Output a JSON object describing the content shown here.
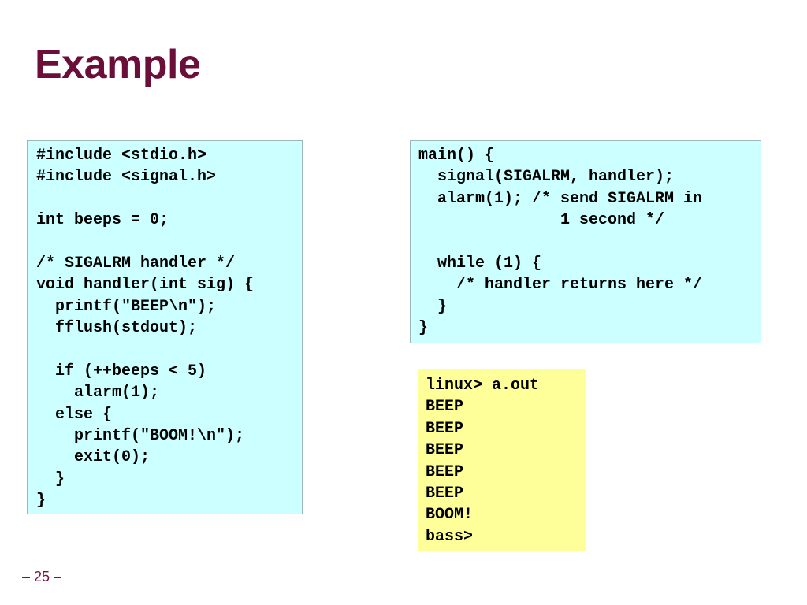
{
  "slide": {
    "title": "Example",
    "page_number": "– 25 –"
  },
  "handler_code": [
    "#include <stdio.h>",
    "#include <signal.h>",
    "",
    "int beeps = 0;",
    "",
    "/* SIGALRM handler */",
    "void handler(int sig) {",
    "  printf(\"BEEP\\n\");",
    "  fflush(stdout);",
    "",
    "  if (++beeps < 5)",
    "    alarm(1);",
    "  else {",
    "    printf(\"BOOM!\\n\");",
    "    exit(0);",
    "  }",
    "}"
  ],
  "main_code": [
    "main() {",
    "  signal(SIGALRM, handler);",
    "  alarm(1); /* send SIGALRM in",
    "               1 second */",
    "",
    "  while (1) {",
    "    /* handler returns here */",
    "  }",
    "}"
  ],
  "terminal_output": [
    "linux> a.out",
    "BEEP",
    "BEEP",
    "BEEP",
    "BEEP",
    "BEEP",
    "BOOM!",
    "bass>"
  ],
  "colors": {
    "title": "#6b0f3a",
    "code_background": "#ccffff",
    "output_background": "#ffff99"
  }
}
